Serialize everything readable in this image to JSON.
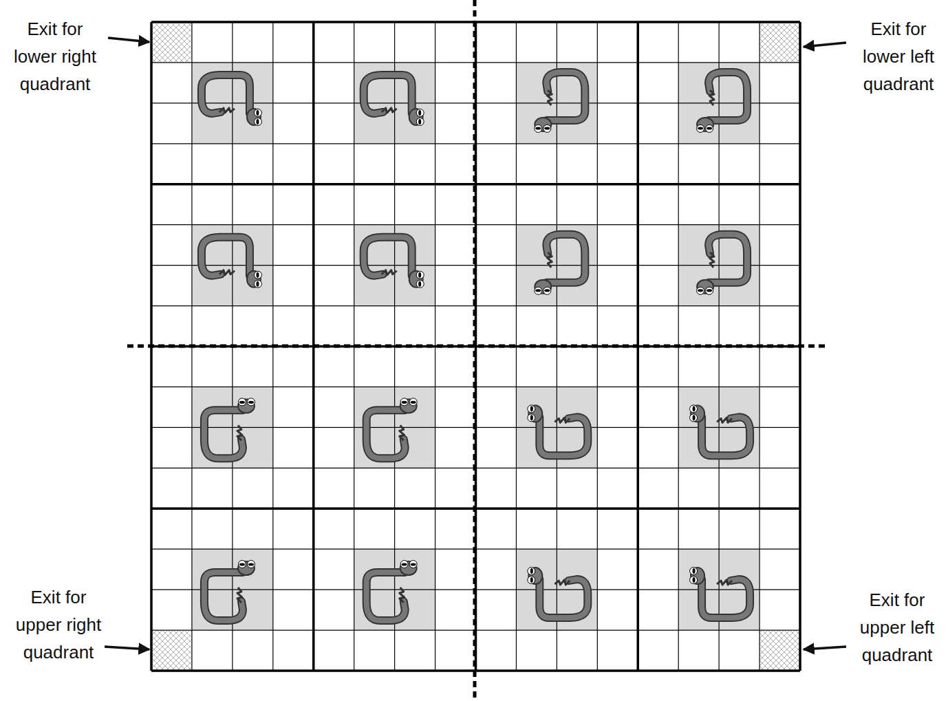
{
  "diagram": {
    "labels": [
      "Exit for lower right quadrant",
      "Exit for lower left quadrant",
      "Exit for upper right quadrant",
      "Exit for upper left quadrant"
    ]
  }
}
